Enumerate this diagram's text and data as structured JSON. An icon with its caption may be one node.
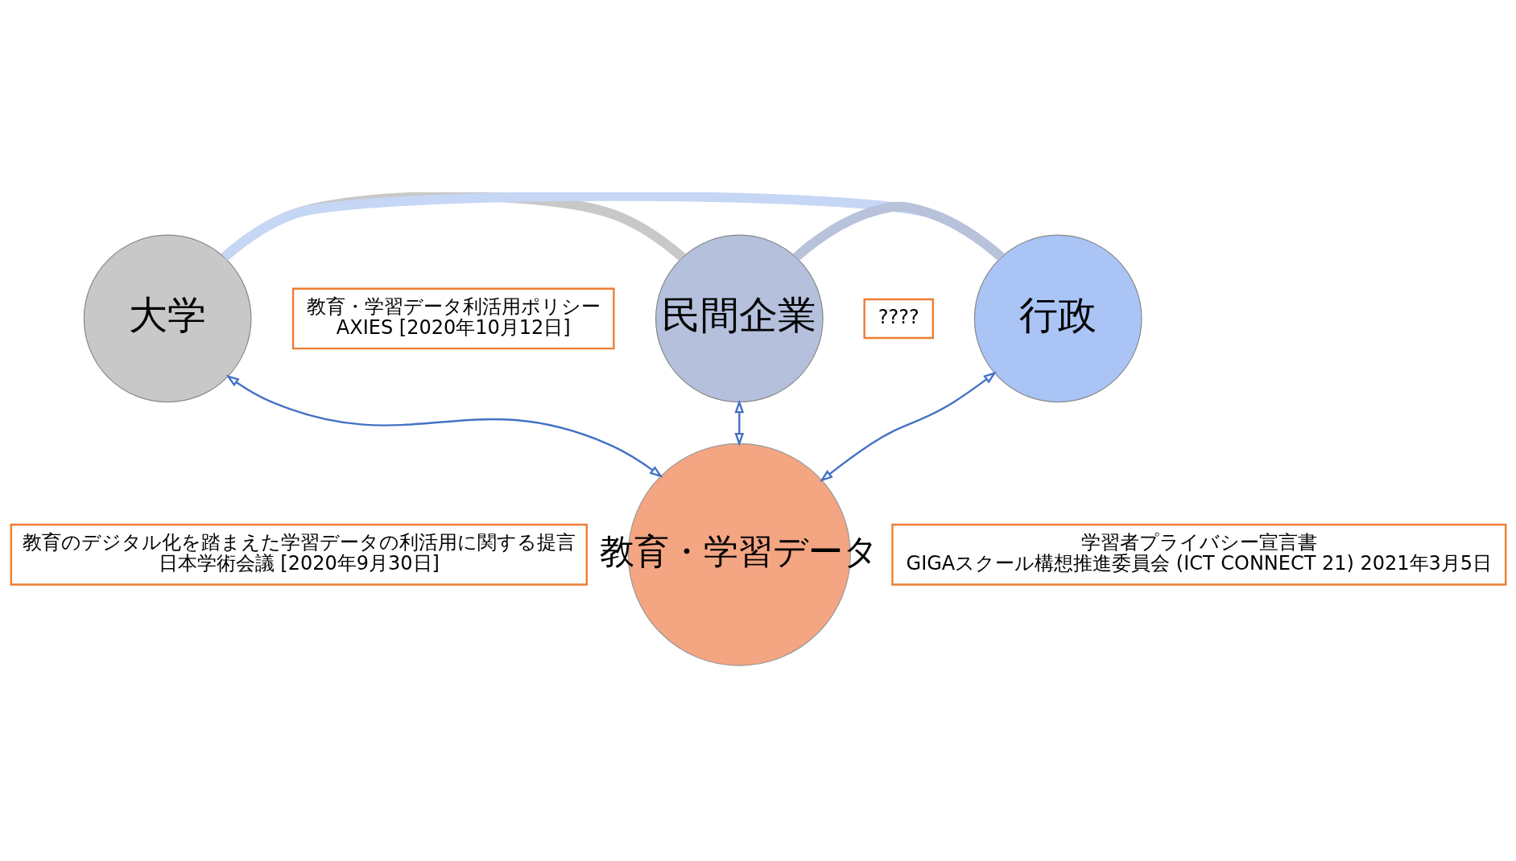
{
  "diagram": {
    "nodes": [
      {
        "text": [
          "大学"
        ]
      },
      {
        "text": [
          "教育・学習データ"
        ]
      },
      {
        "text": [
          "行政"
        ]
      },
      {
        "text": [
          "民間企業"
        ]
      },
      {
        "text": [
          "教育・学習データ利活用ポリシー",
          "AXIES [2020年10月12日]"
        ]
      },
      {
        "text": [
          "教育のデジタル化を踏まえた学習データの利活用に関する提言",
          "日本学術会議 [2020年9月30日]"
        ]
      },
      {
        "text": [
          "学習者プライバシー宣言書",
          "GIGAスクール構想推進委員会 (ICT CONNECT 21) 2021年3月5日"
        ]
      },
      {
        "text": [
          "????"
        ]
      }
    ],
    "edges": [
      {
        "from": 0,
        "to": 1,
        "arrow": "both"
      },
      {
        "from": 2,
        "to": 1,
        "arrow": "both"
      },
      {
        "from": 3,
        "to": 1,
        "arrow": "both"
      },
      {
        "from": 0,
        "to": 3,
        "arrow": "none",
        "style": "thick",
        "color": "#c8c8c8"
      },
      {
        "from": 3,
        "to": 2,
        "arrow": "none",
        "style": "thick",
        "color": "#b8c2da"
      },
      {
        "from": 2,
        "to": 0,
        "arrow": "none",
        "style": "thick",
        "color": "#c6d6f5"
      }
    ]
  }
}
